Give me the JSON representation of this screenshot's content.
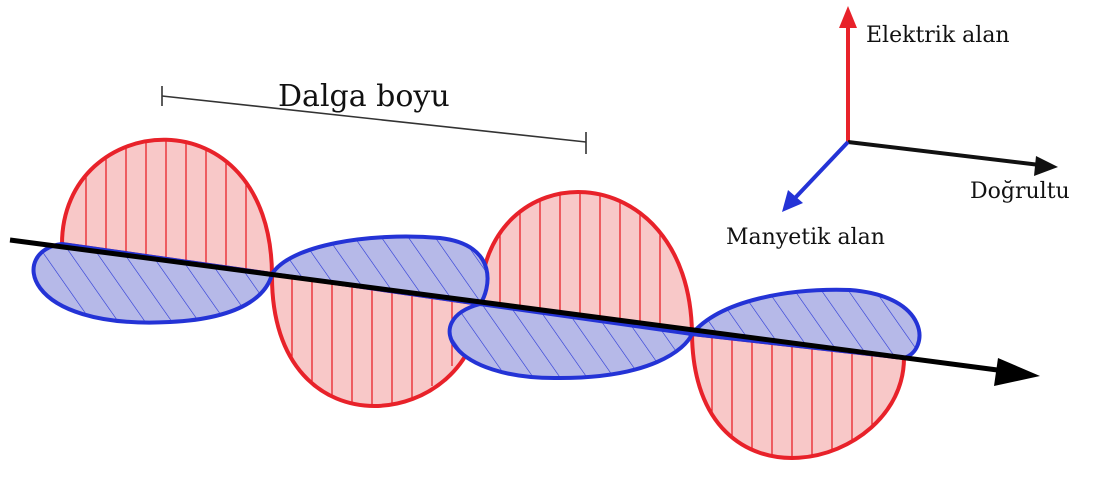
{
  "labels": {
    "wavelength": "Dalga boyu",
    "electric_field": "Elektrik alan",
    "direction": "Doğrultu",
    "magnetic_field": "Manyetik alan"
  },
  "colors": {
    "electric": "#e8222a",
    "electric_fill": "#f8c8c8",
    "magnetic": "#2433d6",
    "magnetic_fill": "#b6b9e8",
    "axis": "#000000"
  }
}
